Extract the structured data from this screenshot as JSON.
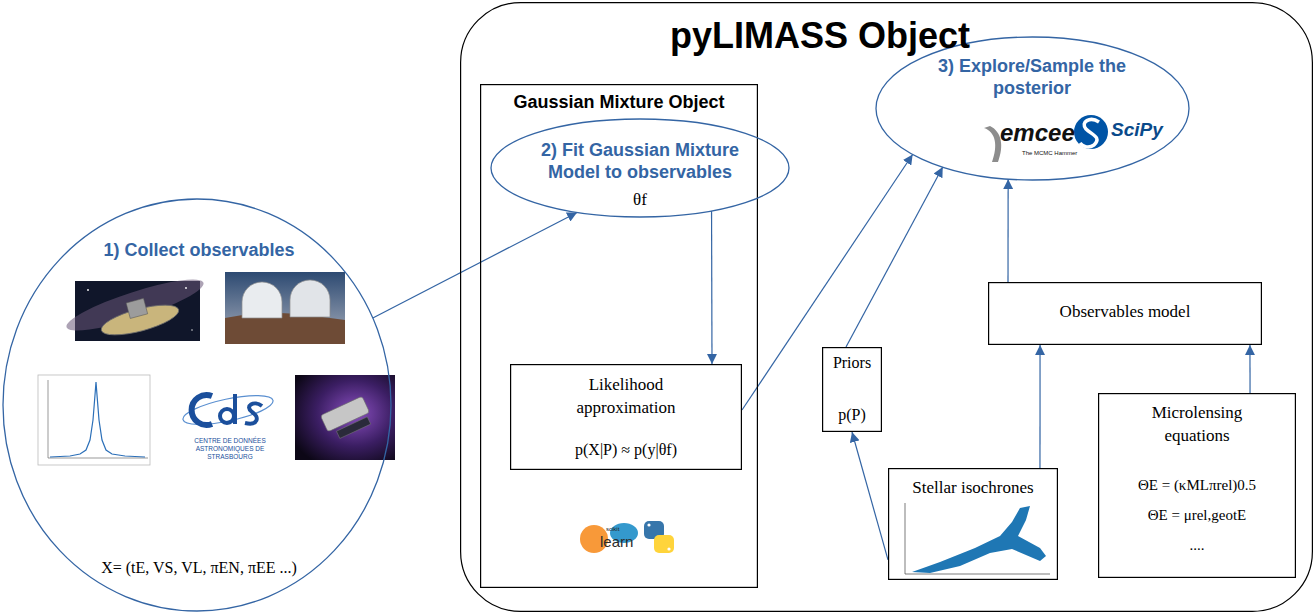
{
  "diagram": {
    "nodes": [
      {
        "text": [
          "1) Collect observables",
          "X= (tE, VS, VL, πEN, πEE ...)"
        ]
      },
      {
        "text": [
          "pyLIMASS Object"
        ]
      },
      {
        "text": [
          "Gaussian Mixture Object"
        ],
        "in": 1
      },
      {
        "text": [
          "2) Fit Gaussian Mixture Model to observables",
          "θf"
        ],
        "in": 2
      },
      {
        "text": [
          "Likelihood approximation",
          "p(X|P) ≈ p(y|θf)"
        ],
        "in": 2
      },
      {
        "text": [
          "3) Explore/Sample the posterior"
        ],
        "in": 1
      },
      {
        "text": [
          "Observables model"
        ],
        "in": 1
      },
      {
        "text": [
          "Priors",
          "p(P)"
        ],
        "in": 1
      },
      {
        "text": [
          "Microlensing equations",
          "ΘE = (κMLπrel)0.5",
          "ΘE = μrel,geotE",
          "...."
        ],
        "in": 1
      },
      {
        "text": [
          "Stellar isochrones"
        ],
        "in": 1
      }
    ],
    "edges": [
      {
        "from": 0,
        "to": 3,
        "arrow": "to"
      },
      {
        "from": 3,
        "to": 4,
        "arrow": "to"
      },
      {
        "from": 4,
        "to": 5,
        "arrow": "to"
      },
      {
        "from": 7,
        "to": 5,
        "arrow": "to"
      },
      {
        "from": 6,
        "to": 5,
        "arrow": "to"
      },
      {
        "from": 9,
        "to": 7,
        "arrow": "to"
      },
      {
        "from": 9,
        "to": 6,
        "arrow": "to"
      },
      {
        "from": 8,
        "to": 6,
        "arrow": "to"
      }
    ],
    "labels": [
      "CENTRE DE DONNÉES ASTRONOMIQUES DE STRASBOURG",
      "scikit",
      "learn",
      "emcee",
      "The MCMC Hammer",
      "SciPy"
    ]
  }
}
